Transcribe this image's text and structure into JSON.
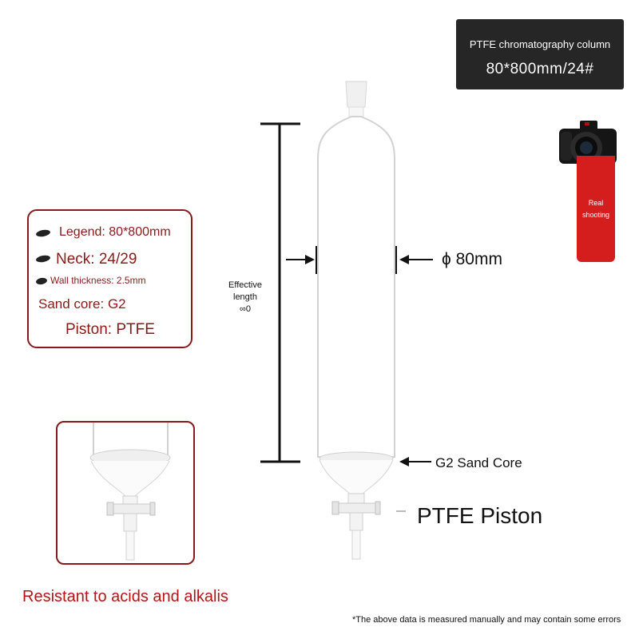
{
  "title_box": {
    "line1": "PTFE chromatography column",
    "line2": "80*800mm/24#"
  },
  "real_tag": {
    "line1": "Real",
    "line2": "shooting"
  },
  "specs": {
    "legend": "Legend: 80*800mm",
    "neck": "Neck: 24/29",
    "wall": "Wall thickness: 2.5mm",
    "sand": "Sand core: G2",
    "piston": "Piston: PTFE"
  },
  "effective_length": {
    "line1": "Effective",
    "line2": "length",
    "line3": "∞0"
  },
  "diameter_label": "ϕ 80mm",
  "sand_core_label": "G2 Sand Core",
  "piston_label": "PTFE Piston",
  "resistant_text": "Resistant to acids and alkalis",
  "footer_note": "*The above data is measured manually and may contain some errors",
  "colors": {
    "accent_red": "#b51515",
    "box_border": "#8a1a1a",
    "title_bg": "#262626",
    "tag_red": "#d41d1d"
  }
}
